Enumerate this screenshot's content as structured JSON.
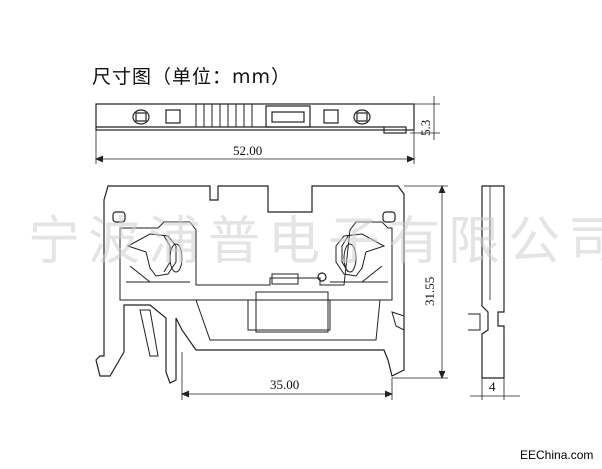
{
  "title": "尺寸图（单位：mm）",
  "watermark": "宁波浦普电子有限公司",
  "brand": "EEChina.com",
  "dimensions": {
    "top_width": "52.00",
    "top_height": "5.3",
    "height": "31.55",
    "bottom_width": "35.00",
    "side_width": "4"
  }
}
